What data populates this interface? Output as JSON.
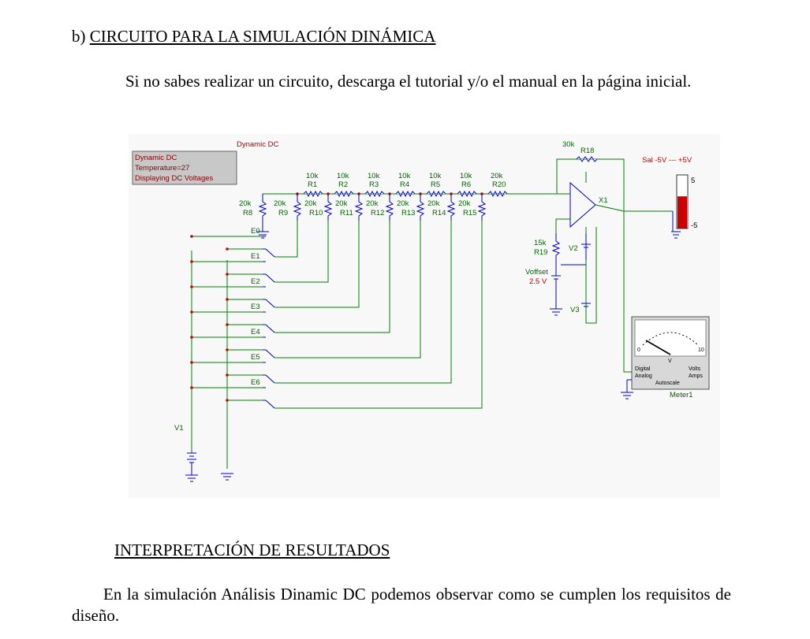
{
  "doc": {
    "section_prefix": "b)",
    "section_title": "CIRCUITO PARA LA SIMULACIÓN DINÁMICA",
    "intro": "Si no sabes realizar un circuito, descarga el tutorial y/o el manual en la página inicial.",
    "results_title": "INTERPRETACIÓN DE RESULTADOS",
    "results_text": "En la simulación Análisis Dinamic DC podemos observar como se cumplen los requisitos de diseño."
  },
  "schematic": {
    "title": "Dynamic DC",
    "info": [
      "Dynamic DC",
      "Temperature=27",
      "Displaying DC Voltages"
    ],
    "ladder_series": [
      {
        "value": "10k",
        "ref": "R1"
      },
      {
        "value": "10k",
        "ref": "R2"
      },
      {
        "value": "10k",
        "ref": "R3"
      },
      {
        "value": "10k",
        "ref": "R4"
      },
      {
        "value": "10k",
        "ref": "R5"
      },
      {
        "value": "10k",
        "ref": "R6"
      },
      {
        "value": "20k",
        "ref": "R20"
      }
    ],
    "ladder_shunt": [
      {
        "value": "20k",
        "ref": "R8"
      },
      {
        "value": "20k",
        "ref": "R9"
      },
      {
        "value": "20k",
        "ref": "R10"
      },
      {
        "value": "20k",
        "ref": "R11"
      },
      {
        "value": "20k",
        "ref": "R12"
      },
      {
        "value": "20k",
        "ref": "R13"
      },
      {
        "value": "20k",
        "ref": "R14"
      },
      {
        "value": "20k",
        "ref": "R15"
      }
    ],
    "switches": [
      "E0",
      "E1",
      "E2",
      "E3",
      "E4",
      "E5",
      "E6"
    ],
    "feedback": {
      "value": "30k",
      "ref": "R18"
    },
    "offset_res": {
      "value": "15k",
      "ref": "R19"
    },
    "offset_src": {
      "ref": "Voffset",
      "value": "2.5 V"
    },
    "opamp": "X1",
    "sources": [
      "V1",
      "V2",
      "V3"
    ],
    "bar_label": "Sal -5V --- +5V",
    "bar_top": "5",
    "bar_bottom": "-5",
    "bar_level_fraction": 0.6,
    "meter": {
      "ref": "Meter1",
      "scale_min": "0",
      "scale_unit": "V",
      "scale_max": "10",
      "left_modes": [
        "Digital",
        "Analog"
      ],
      "right_modes": [
        "Volts",
        "Amps"
      ],
      "autoscale": "Autoscale"
    },
    "colors": {
      "wire": "#008000",
      "node": "#cc0000",
      "component": "#0000cc",
      "label": "#b00000",
      "bar_fill": "#cc0000"
    }
  }
}
